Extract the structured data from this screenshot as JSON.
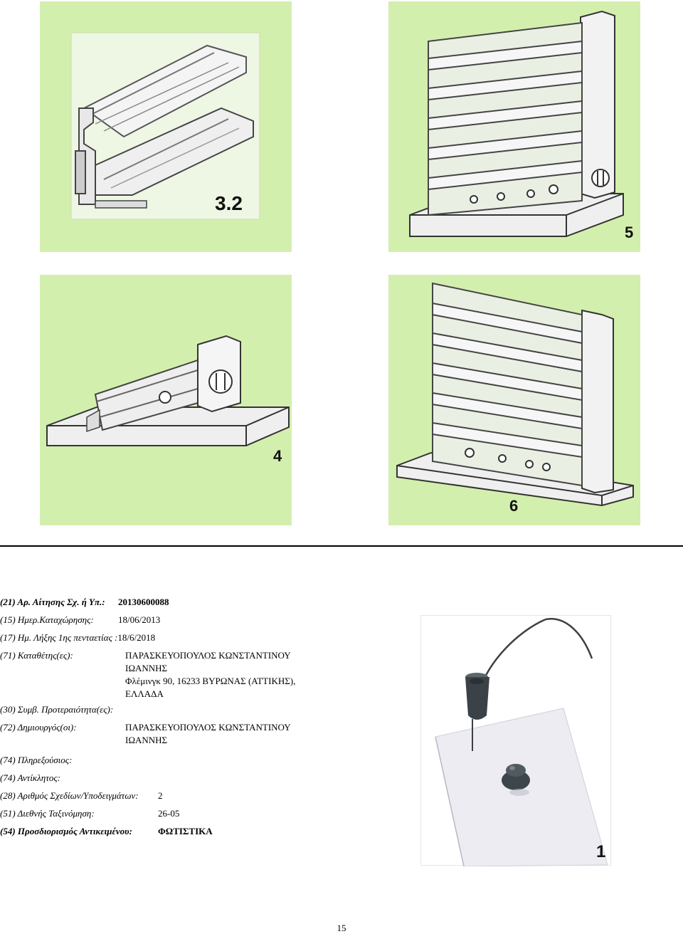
{
  "figures": [
    {
      "number": "3.2"
    },
    {
      "number": "5"
    },
    {
      "number": "4"
    },
    {
      "number": "6"
    }
  ],
  "photo": {
    "number": "1"
  },
  "bibliographic": [
    {
      "label": "(21)  Αρ. Αίτησης Σχ. ή Υπ.:",
      "value": "20130600088",
      "style": "bold"
    },
    {
      "label": "(15)  Ημερ.Καταχώρησης:",
      "value": "18/06/2013",
      "style": "normal"
    },
    {
      "label": "(17)  Ημ. Λήξης 1ης πενταετίας :",
      "value": "18/6/2018",
      "style": "normal"
    },
    {
      "label": "(71)  Καταθέτης(ες):",
      "value": "ΠΑΡΑΣΚΕΥΟΠΟΥΛΟΣ ΚΩΝΣΤΑΝΤΙΝΟΥ",
      "style": "normal"
    },
    {
      "label": "",
      "value": "ΙΩΑΝΝΗΣ",
      "style": "normal"
    },
    {
      "label": "",
      "value": "Φλέμινγκ 90, 16233 ΒΥΡΩΝΑΣ (ΑΤΤΙΚΗΣ),",
      "style": "normal"
    },
    {
      "label": "",
      "value": "ΕΛΛΑΔΑ",
      "style": "normal"
    },
    {
      "label": "(30)  Συμβ. Προτεραιότητα(ες):",
      "value": "",
      "style": "normal"
    },
    {
      "label": "(72)  Δημιουργός(οι):",
      "value": "ΠΑΡΑΣΚΕΥΟΠΟΥΛΟΣ ΚΩΝΣΤΑΝΤΙΝΟΥ",
      "style": "normal"
    },
    {
      "label": "",
      "value": "ΙΩΑΝΝΗΣ",
      "style": "normal"
    },
    {
      "label": "(74)  Πληρεξούσιος:",
      "value": "",
      "style": "normal"
    },
    {
      "label": "(74)  Αντίκλητος:",
      "value": "",
      "style": "normal"
    },
    {
      "label": "(28)  Αριθμός Σχεδίων/Υποδειγμάτων:",
      "value": "2",
      "style": "normal"
    },
    {
      "label": "(51)  Διεθνής Ταξινόμηση:",
      "value": "26-05",
      "style": "normal"
    },
    {
      "label": "(54)  Προσδιορισμός Αντικειμένου:",
      "value": "ΦΩΤΙΣΤΙΚΑ",
      "style": "bold"
    }
  ],
  "page_number": "15"
}
